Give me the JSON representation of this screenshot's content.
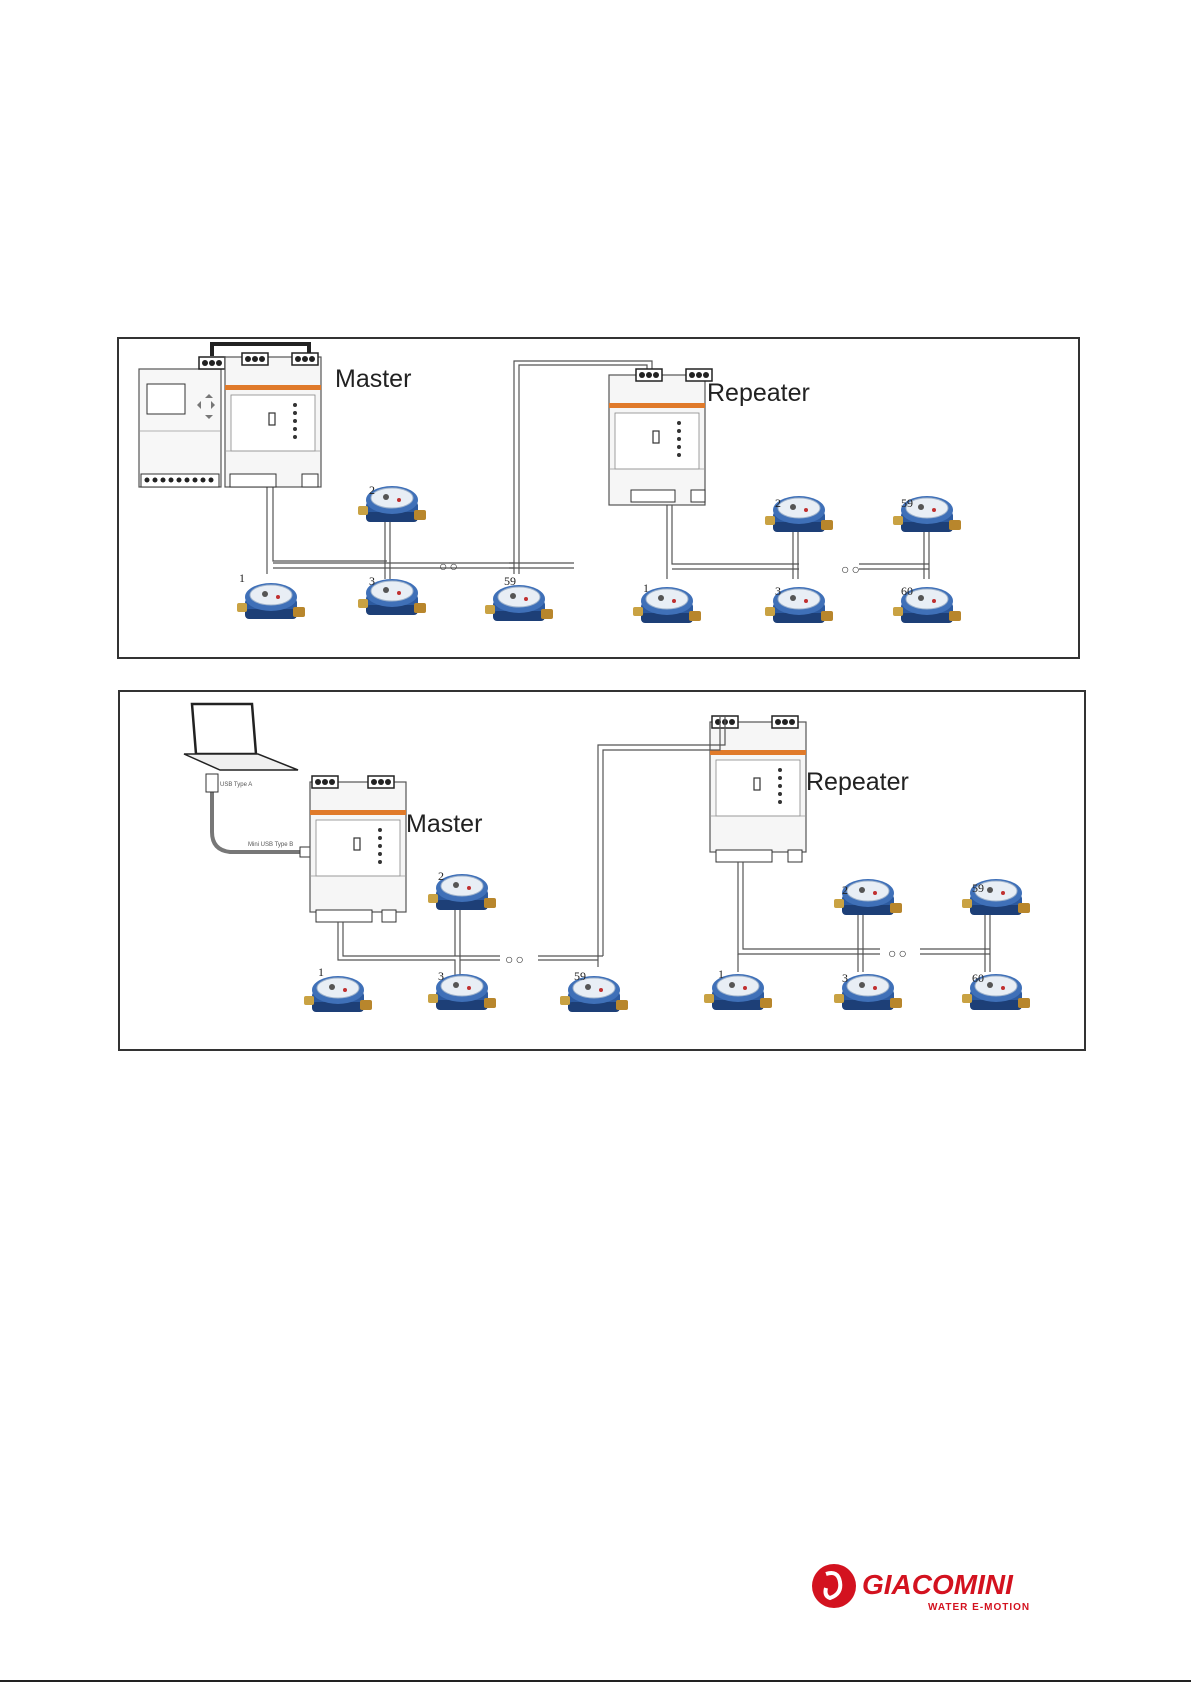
{
  "diagram1": {
    "master_label": "Master",
    "repeater_label": "Repeater",
    "left_meters": [
      "1",
      "2",
      "3",
      "59"
    ],
    "right_meters": [
      "1",
      "2",
      "3",
      "59",
      "60"
    ],
    "ellipsis": "○○"
  },
  "diagram2": {
    "master_label": "Master",
    "repeater_label": "Repeater",
    "usb_a_label": "USB Type A",
    "usb_b_label": "Mini USB Type B",
    "left_meters": [
      "1",
      "2",
      "3",
      "59"
    ],
    "right_meters": [
      "1",
      "2",
      "3",
      "59",
      "60"
    ],
    "ellipsis": "○○"
  },
  "logo": {
    "brand": "GIACOMINI",
    "tagline": "WATER E-MOTION",
    "brand_color": "#d3121f"
  }
}
